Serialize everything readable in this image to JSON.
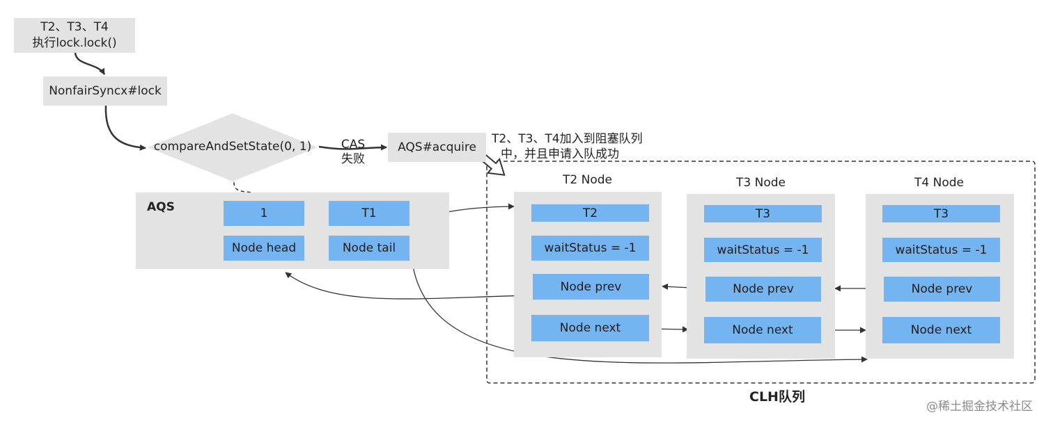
{
  "start_box": {
    "line1": "T2、T3、T4",
    "line2": "执行lock.lock()"
  },
  "nonfair_box": "NonfairSyncx#lock",
  "decision": "compareAndSetState(0, 1)",
  "cas_fail": {
    "line1": "CAS",
    "line2": "失败"
  },
  "acquire_box": "AQS#acquire",
  "note": {
    "line1": "T2、T3、T4加入到阻塞队列",
    "line2": "中，并且申请入队成功"
  },
  "aqs": {
    "title": "AQS",
    "state": "1",
    "owner": "T1",
    "head": "Node head",
    "tail": "Node tail"
  },
  "nodes": [
    {
      "title": "T2 Node",
      "thread": "T2",
      "wait": "waitStatus = -1",
      "prev": "Node prev",
      "next": "Node next"
    },
    {
      "title": "T3 Node",
      "thread": "T3",
      "wait": "waitStatus = -1",
      "prev": "Node prev",
      "next": "Node next"
    },
    {
      "title": "T4 Node",
      "thread": "T3",
      "wait": "waitStatus = -1",
      "prev": "Node prev",
      "next": "Node next"
    }
  ],
  "clh_label": "CLH队列",
  "watermark": "@稀土掘金技术社区"
}
